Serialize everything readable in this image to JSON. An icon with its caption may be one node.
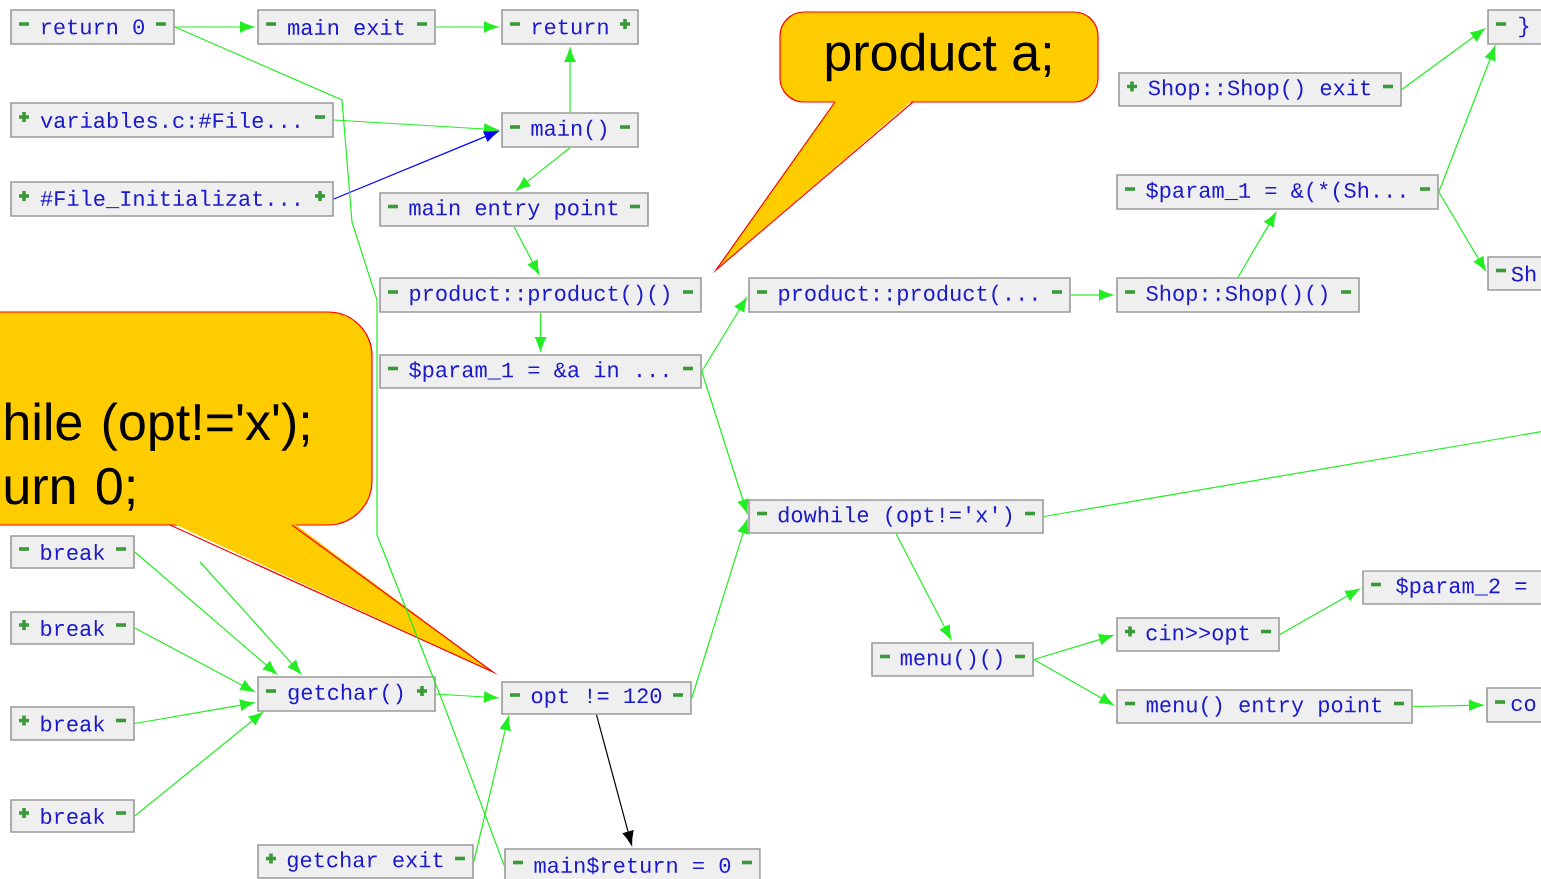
{
  "diagram": {
    "nodes": [
      {
        "text": [
          "return 0"
        ]
      },
      {
        "text": [
          "main exit"
        ]
      },
      {
        "text": [
          "return"
        ]
      },
      {
        "text": [
          "variables.c:#File..."
        ]
      },
      {
        "text": [
          "main()"
        ]
      },
      {
        "text": [
          "#File_Initializat..."
        ]
      },
      {
        "text": [
          "main entry point"
        ]
      },
      {
        "text": [
          "product::product()()"
        ]
      },
      {
        "text": [
          "$param_1 = &a in ..."
        ]
      },
      {
        "text": [
          "product::product(..."
        ]
      },
      {
        "text": [
          "Shop::Shop() exit"
        ]
      },
      {
        "text": [
          "$param_1 = &(*(Sh..."
        ]
      },
      {
        "text": [
          "Shop::Shop()()"
        ]
      },
      {
        "text": [
          "}"
        ]
      },
      {
        "text": [
          "Sh"
        ]
      },
      {
        "text": [
          "break"
        ]
      },
      {
        "text": [
          "break"
        ]
      },
      {
        "text": [
          "break"
        ]
      },
      {
        "text": [
          "break"
        ]
      },
      {
        "text": [
          "getchar()"
        ]
      },
      {
        "text": [
          "opt != 120"
        ]
      },
      {
        "text": [
          "getchar exit"
        ]
      },
      {
        "text": [
          "main$return = 0"
        ]
      },
      {
        "text": [
          "dowhile (opt!='x')"
        ]
      },
      {
        "text": [
          "menu()()"
        ]
      },
      {
        "text": [
          "cin>>opt"
        ]
      },
      {
        "text": [
          "$param_2 ="
        ]
      },
      {
        "text": [
          "menu() entry point"
        ]
      },
      {
        "text": [
          "co"
        ]
      },
      {
        "text": [
          "product a;"
        ]
      },
      {
        "text": [
          "hile (opt!='x'); urn 0;"
        ]
      }
    ],
    "edges": [
      {
        "from": 0,
        "to": 1,
        "arrow": "to"
      },
      {
        "from": 1,
        "to": 2,
        "arrow": "to"
      },
      {
        "from": 4,
        "to": 2,
        "arrow": "to"
      },
      {
        "from": 3,
        "to": 4,
        "arrow": "to"
      },
      {
        "from": 5,
        "to": 4,
        "arrow": "to",
        "color": "#0000ff"
      },
      {
        "from": 4,
        "to": 6,
        "arrow": "to"
      },
      {
        "from": 6,
        "to": 7,
        "arrow": "to"
      },
      {
        "from": 7,
        "to": 8,
        "arrow": "to"
      },
      {
        "from": 8,
        "to": 9,
        "arrow": "to"
      },
      {
        "from": 8,
        "to": 23,
        "arrow": "to"
      },
      {
        "from": 9,
        "to": 12,
        "arrow": "to"
      },
      {
        "from": 12,
        "to": 11,
        "arrow": "to"
      },
      {
        "from": 11,
        "to": 13,
        "arrow": "to"
      },
      {
        "from": 10,
        "to": 13,
        "arrow": "to"
      },
      {
        "from": 11,
        "to": 14,
        "arrow": "to"
      },
      {
        "from": 20,
        "to": 23,
        "arrow": "to"
      },
      {
        "from": 23,
        "to": 24,
        "arrow": "to"
      },
      {
        "from": 24,
        "to": 25,
        "arrow": "to"
      },
      {
        "from": 24,
        "to": 27,
        "arrow": "to"
      },
      {
        "from": 25,
        "to": 26,
        "arrow": "to"
      },
      {
        "from": 27,
        "to": 28,
        "arrow": "to"
      },
      {
        "from": 19,
        "to": 20,
        "arrow": "to"
      },
      {
        "from": 21,
        "to": 20,
        "arrow": "to"
      },
      {
        "from": 20,
        "to": 22,
        "arrow": "to",
        "color": "#000000"
      },
      {
        "from": 22,
        "to": 0,
        "arrow": "none"
      },
      {
        "from": 23,
        "to": null,
        "arrow": "none"
      },
      {
        "from": null,
        "to": 19,
        "arrow": "to"
      },
      {
        "from": 15,
        "to": 19,
        "arrow": "to"
      },
      {
        "from": 16,
        "to": 19,
        "arrow": "to"
      },
      {
        "from": 17,
        "to": 19,
        "arrow": "to"
      },
      {
        "from": 18,
        "to": 19,
        "arrow": "to"
      }
    ]
  }
}
